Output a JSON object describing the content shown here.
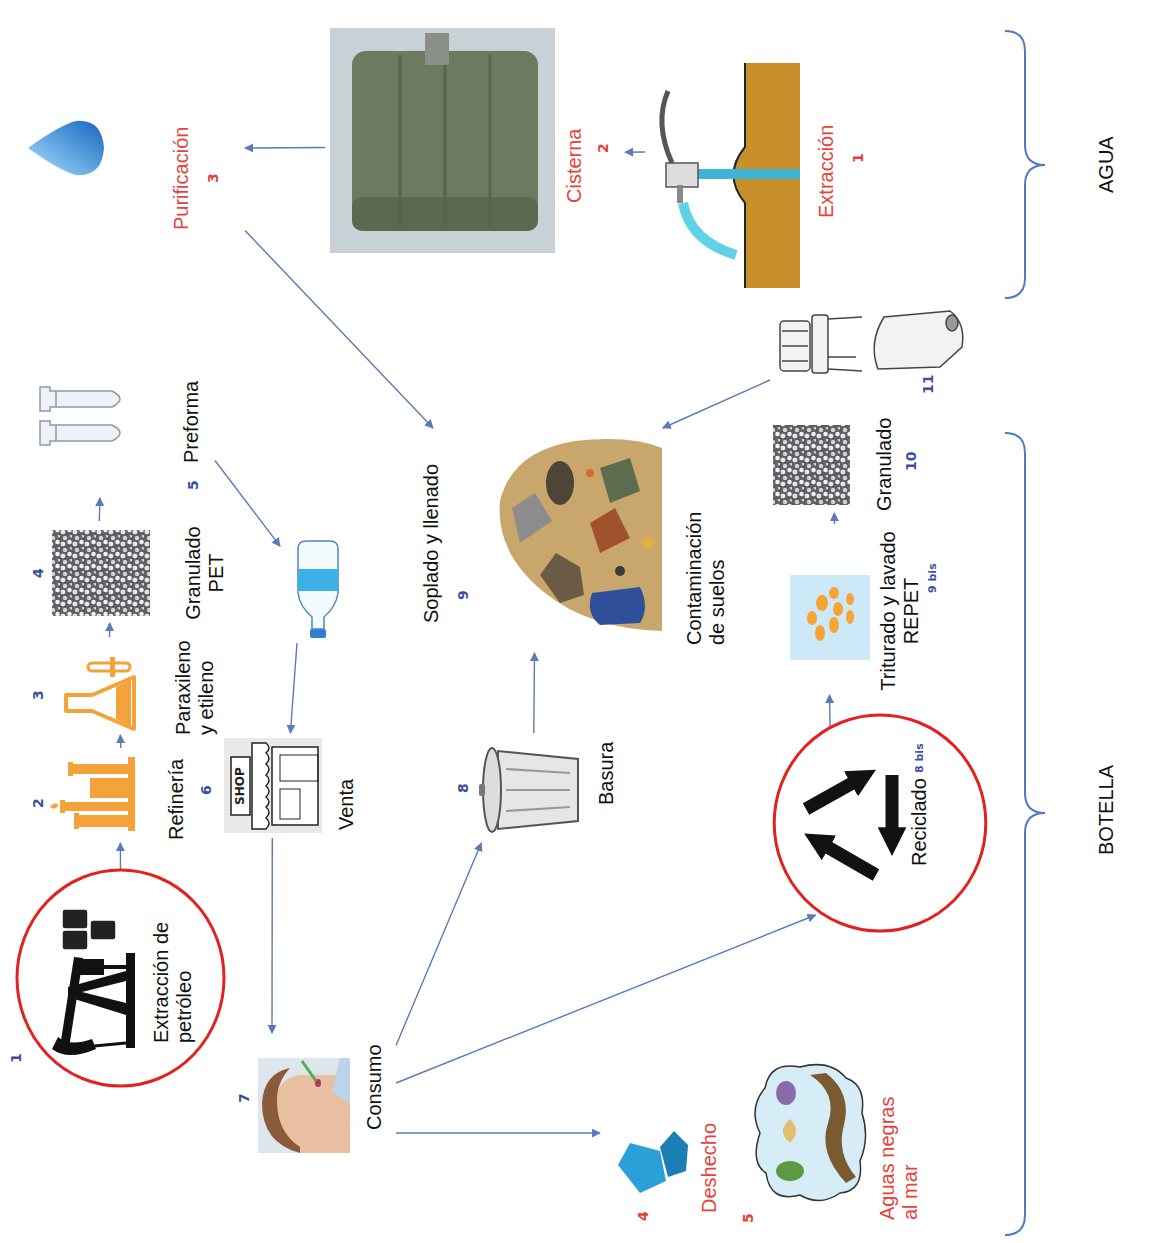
{
  "diagram": {
    "nodes": [
      {
        "text": [
          "1",
          "Extracción de petróleo"
        ]
      },
      {
        "text": [
          "2",
          "Refinería"
        ]
      },
      {
        "text": [
          "3",
          "Paraxileno y etileno"
        ]
      },
      {
        "text": [
          "4",
          "Granulado PET"
        ]
      },
      {
        "text": [
          "5",
          "Preforma"
        ]
      },
      {
        "text": [
          "Soplado y llenado"
        ]
      },
      {
        "text": [
          "6",
          "Venta"
        ]
      },
      {
        "text": [
          "7",
          "Consumo"
        ]
      },
      {
        "text": [
          "8",
          "Basura"
        ]
      },
      {
        "text": [
          "9",
          "Contaminación de suelos"
        ]
      },
      {
        "text": [
          "Reciclado",
          "8 bis"
        ]
      },
      {
        "text": [
          "Triturado y lavado REPET",
          "9 bis"
        ]
      },
      {
        "text": [
          "Granulado",
          "10"
        ]
      },
      {
        "text": [
          "11"
        ]
      },
      {
        "text": [
          "4",
          "Deshecho"
        ]
      },
      {
        "text": [
          "5",
          "Aguas negras al mar"
        ]
      },
      {
        "text": [
          "Purificación",
          "3"
        ]
      },
      {
        "text": [
          "Cisterna",
          "2"
        ]
      },
      {
        "text": [
          "Extracción",
          "1"
        ]
      }
    ],
    "edges": [
      {
        "from": 0,
        "to": 1,
        "arrow": "to"
      },
      {
        "from": 1,
        "to": 2,
        "arrow": "to"
      },
      {
        "from": 2,
        "to": 3,
        "arrow": "to"
      },
      {
        "from": 3,
        "to": 4,
        "arrow": "to"
      },
      {
        "from": 4,
        "to": 5,
        "arrow": "to"
      },
      {
        "from": 16,
        "to": 5,
        "arrow": "to"
      },
      {
        "from": 5,
        "to": 6,
        "arrow": "to"
      },
      {
        "from": 6,
        "to": 7,
        "arrow": "to"
      },
      {
        "from": 7,
        "to": 8,
        "arrow": "to"
      },
      {
        "from": 7,
        "to": 10,
        "arrow": "to"
      },
      {
        "from": 7,
        "to": 14,
        "arrow": "to"
      },
      {
        "from": 8,
        "to": 9,
        "arrow": "to"
      },
      {
        "from": 10,
        "to": 11,
        "arrow": "to"
      },
      {
        "from": 11,
        "to": 12,
        "arrow": "to"
      },
      {
        "from": 13,
        "to": 9,
        "arrow": "to"
      },
      {
        "from": 18,
        "to": 17,
        "arrow": "to"
      },
      {
        "from": 17,
        "to": 16,
        "arrow": "to"
      }
    ],
    "labels": [
      "SHOP",
      "AGUA",
      "BOTELLA"
    ]
  }
}
